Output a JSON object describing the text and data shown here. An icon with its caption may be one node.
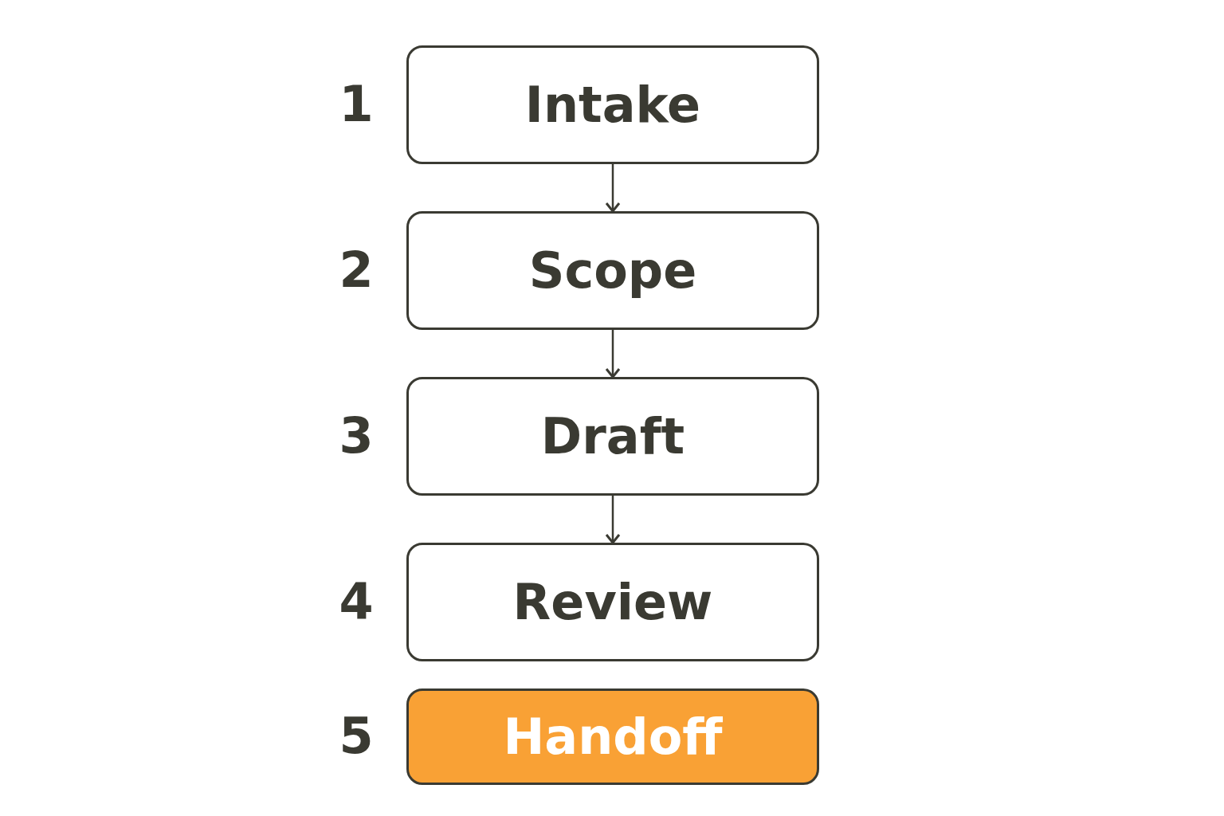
{
  "diagram": {
    "nodes": [
      {
        "text": [
          "Intake"
        ],
        "beside": [
          "1"
        ]
      },
      {
        "text": [
          "Scope"
        ],
        "beside": [
          "2"
        ]
      },
      {
        "text": [
          "Draft"
        ],
        "beside": [
          "3"
        ]
      },
      {
        "text": [
          "Review"
        ],
        "beside": [
          "4"
        ]
      },
      {
        "text": [
          "Handoff"
        ],
        "beside": [
          "5"
        ]
      }
    ],
    "edges": [
      {
        "from": 0,
        "to": 1,
        "arrow": "to"
      },
      {
        "from": 1,
        "to": 2,
        "arrow": "to"
      },
      {
        "from": 2,
        "to": 3,
        "arrow": "to"
      }
    ]
  }
}
